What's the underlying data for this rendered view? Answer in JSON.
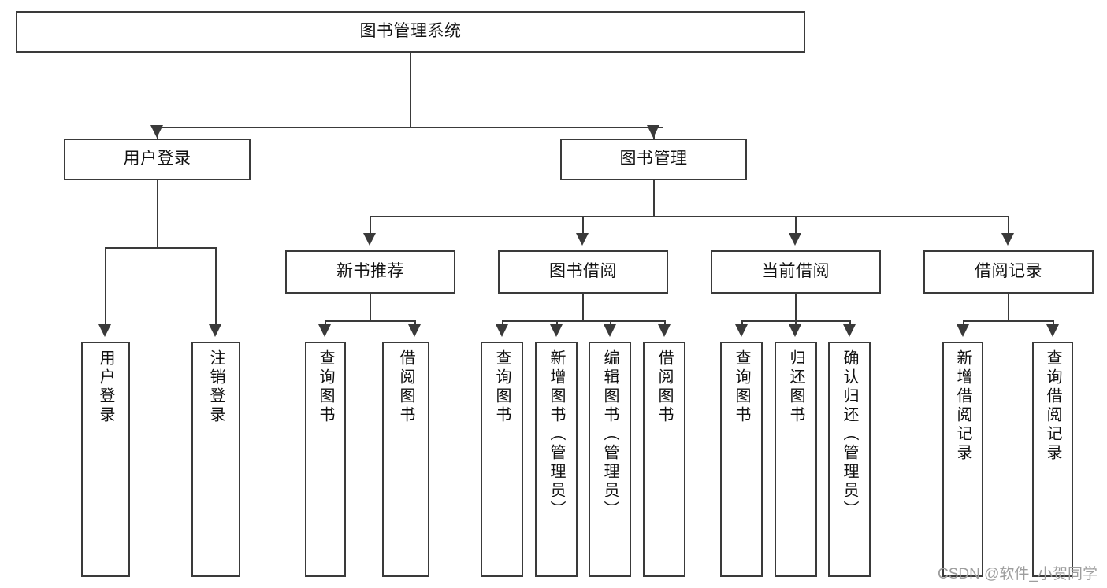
{
  "diagram": {
    "type": "tree",
    "title": "图书管理系统",
    "root": {
      "id": "root",
      "label": "图书管理系统"
    },
    "level2": [
      {
        "id": "user-login",
        "label": "用户登录"
      },
      {
        "id": "book-manage",
        "label": "图书管理"
      }
    ],
    "level3": [
      {
        "id": "new-book-rec",
        "label": "新书推荐",
        "parent": "book-manage"
      },
      {
        "id": "book-borrow",
        "label": "图书借阅",
        "parent": "book-manage"
      },
      {
        "id": "current-borrow",
        "label": "当前借阅",
        "parent": "book-manage"
      },
      {
        "id": "borrow-record",
        "label": "借阅记录",
        "parent": "book-manage"
      }
    ],
    "leaves": [
      {
        "id": "leaf-user-login",
        "label": "用户登录",
        "parent": "user-login"
      },
      {
        "id": "leaf-logout-login",
        "label": "注销登录",
        "parent": "user-login"
      },
      {
        "id": "leaf-query-book-1",
        "label": "查询图书",
        "parent": "new-book-rec"
      },
      {
        "id": "leaf-borrow-book-1",
        "label": "借阅图书",
        "parent": "new-book-rec"
      },
      {
        "id": "leaf-query-book-2",
        "label": "查询图书",
        "parent": "book-borrow"
      },
      {
        "id": "leaf-add-book",
        "label": "新增图书（管理员）",
        "parent": "book-borrow"
      },
      {
        "id": "leaf-edit-book",
        "label": "编辑图书（管理员）",
        "parent": "book-borrow"
      },
      {
        "id": "leaf-borrow-book-2",
        "label": "借阅图书",
        "parent": "book-borrow"
      },
      {
        "id": "leaf-query-book-3",
        "label": "查询图书",
        "parent": "current-borrow"
      },
      {
        "id": "leaf-return-book",
        "label": "归还图书",
        "parent": "current-borrow"
      },
      {
        "id": "leaf-confirm-return",
        "label": "确认归还（管理员）",
        "parent": "current-borrow"
      },
      {
        "id": "leaf-add-record",
        "label": "新增借阅记录",
        "parent": "borrow-record"
      },
      {
        "id": "leaf-query-record",
        "label": "查询借阅记录",
        "parent": "borrow-record"
      }
    ]
  },
  "watermark": {
    "text": "CSDN @软件_小贺同学"
  },
  "colors": {
    "stroke": "#3a3a3a",
    "text": "#111111",
    "background": "#ffffff",
    "watermark": "#9d9d9d"
  }
}
